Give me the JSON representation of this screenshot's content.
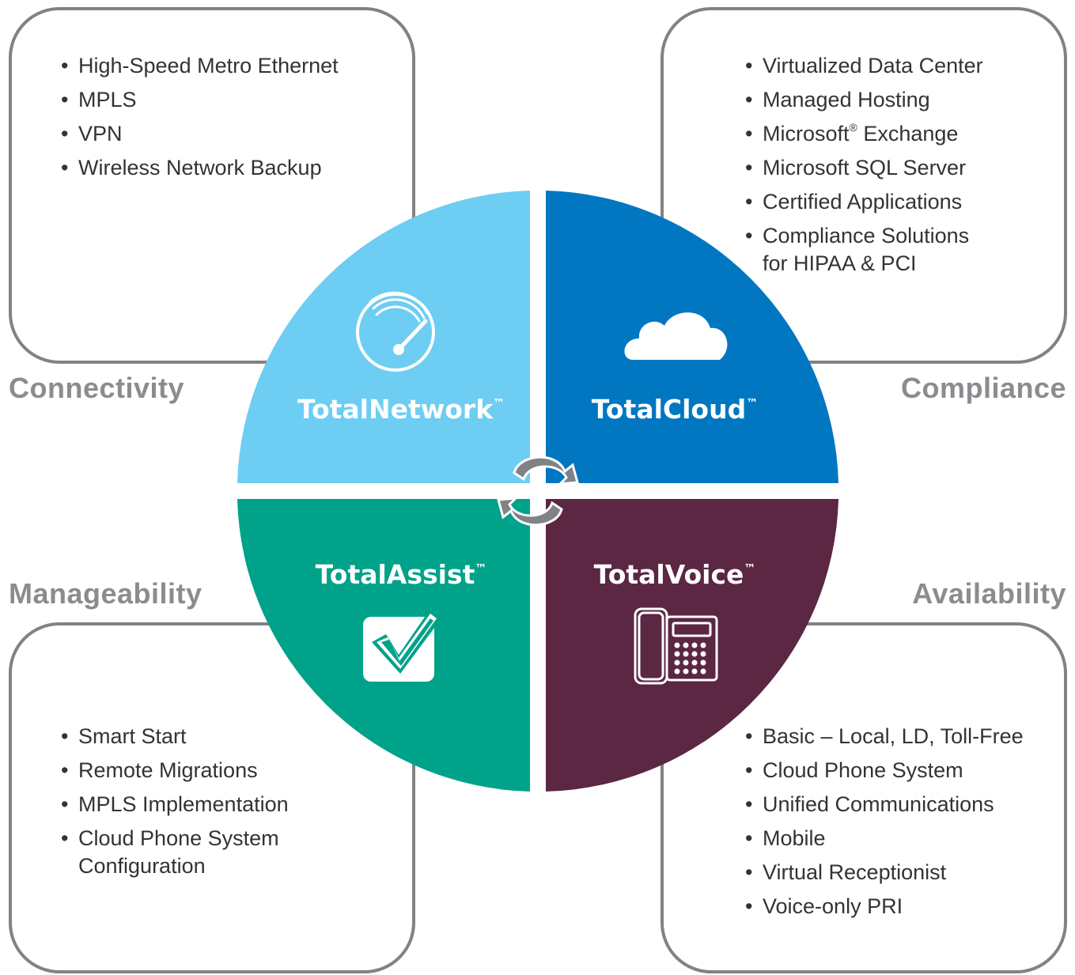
{
  "categories": {
    "top_left": "Connectivity",
    "top_right": "Compliance",
    "bottom_left": "Manageability",
    "bottom_right": "Availability"
  },
  "quadrants": {
    "network": {
      "label": "TotalNetwork",
      "tm": "™",
      "color": "#6dcdf2",
      "icon": "speedometer-icon"
    },
    "cloud": {
      "label": "TotalCloud",
      "tm": "™",
      "color": "#0077c0",
      "icon": "cloud-icon"
    },
    "assist": {
      "label": "TotalAssist",
      "tm": "™",
      "color": "#00a28a",
      "icon": "checkmark-icon"
    },
    "voice": {
      "label": "TotalVoice",
      "tm": "™",
      "color": "#5b2743",
      "icon": "desk-phone-icon"
    }
  },
  "lists": {
    "connectivity": [
      "High-Speed Metro Ethernet",
      "MPLS",
      "VPN",
      "Wireless Network Backup"
    ],
    "compliance": {
      "item1": "Virtualized Data Center",
      "item2": "Managed Hosting",
      "item3_pre": "Microsoft",
      "item3_reg": "®",
      "item3_post": " Exchange",
      "item4": "Microsoft SQL Server",
      "item5": "Certified Applications",
      "item6_line1": "Compliance Solutions",
      "item6_line2": "for HIPAA & PCI"
    },
    "manageability": {
      "item1": "Smart Start",
      "item2": "Remote Migrations",
      "item3": "MPLS Implementation",
      "item4_line1": "Cloud Phone System",
      "item4_line2": "Configuration"
    },
    "availability": [
      "Basic – Local, LD, Toll-Free",
      "Cloud Phone System",
      "Unified Communications",
      "Mobile",
      "Virtual Receptionist",
      "Voice-only PRI"
    ]
  },
  "colors": {
    "box_border": "#808285",
    "category_text": "#8a8c8f",
    "list_text": "#333333",
    "cycle_arrows": "#808285"
  }
}
